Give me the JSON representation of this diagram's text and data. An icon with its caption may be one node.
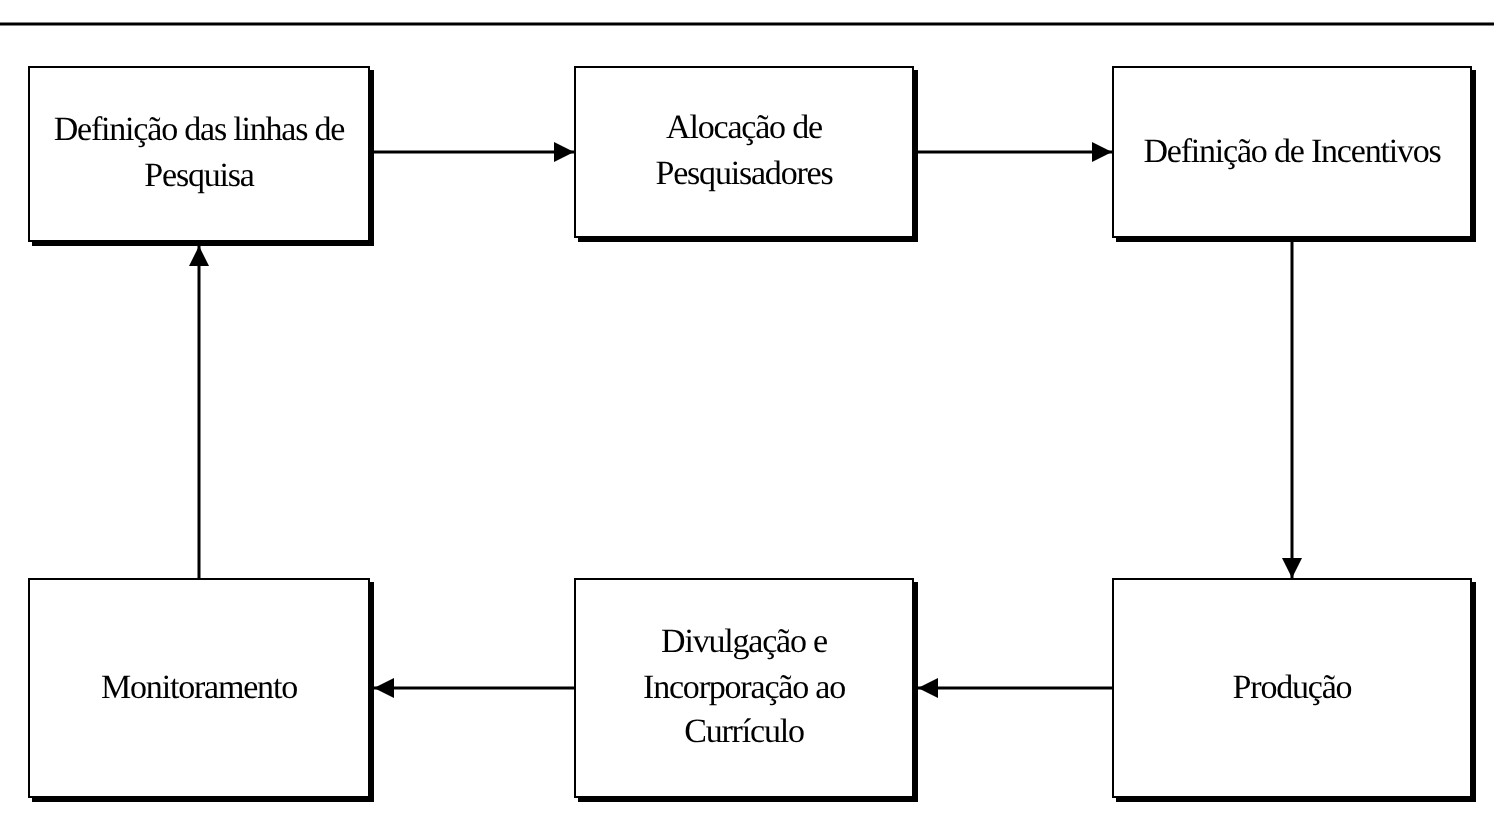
{
  "diagram": {
    "nodes": [
      {
        "text": [
          "Definição das linhas de Pesquisa"
        ]
      },
      {
        "text": [
          "Alocação de Pesquisadores"
        ]
      },
      {
        "text": [
          "Definição de Incentivos"
        ]
      },
      {
        "text": [
          "Monitoramento"
        ]
      },
      {
        "text": [
          "Divulgação e Incorporação ao Currículo"
        ]
      },
      {
        "text": [
          "Produção"
        ]
      }
    ],
    "edges": [
      {
        "from": 0,
        "to": 1,
        "arrow": "to"
      },
      {
        "from": 1,
        "to": 2,
        "arrow": "to"
      },
      {
        "from": 2,
        "to": 5,
        "arrow": "to"
      },
      {
        "from": 5,
        "to": 4,
        "arrow": "to"
      },
      {
        "from": 4,
        "to": 3,
        "arrow": "to"
      },
      {
        "from": 3,
        "to": 0,
        "arrow": "to"
      }
    ]
  }
}
